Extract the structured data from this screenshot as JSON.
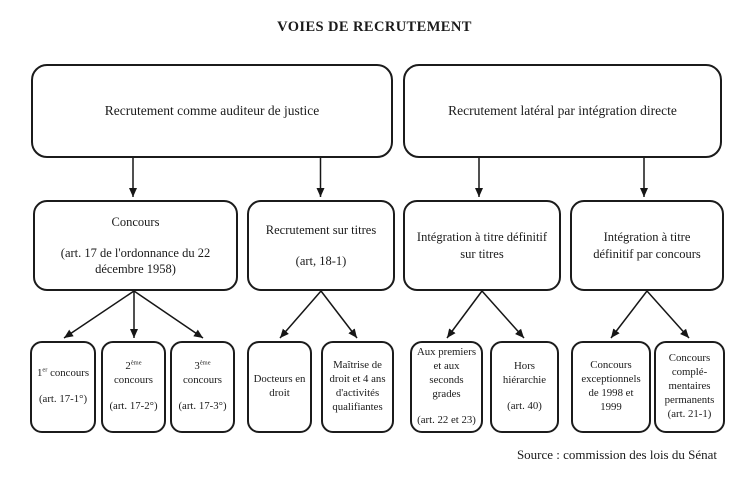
{
  "title": "VOIES DE RECRUTEMENT",
  "source": "Source : commission des lois du Sénat",
  "colors": {
    "ink": "#1a1a1a",
    "background": "#ffffff"
  },
  "diagram": {
    "roots": [
      {
        "label": "Recrutement comme auditeur de justice"
      },
      {
        "label": "Recrutement latéral par intégration directe"
      }
    ],
    "level2": [
      {
        "main": "Concours",
        "sub": "(art. 17 de l'ordonnance du 22 décembre 1958)"
      },
      {
        "main": "Recrutement sur titres",
        "sub": "(art, 18-1)"
      },
      {
        "line1": "Intégration à titre définitif",
        "line2": "sur titres"
      },
      {
        "line1": "Intégration à titre",
        "line2": "définitif par concours"
      }
    ],
    "level3": [
      {
        "num": "1",
        "sup": "er",
        "rest": " concours",
        "sub": "(art. 17-1°)"
      },
      {
        "num": "2",
        "sup": "ème",
        "rest": " concours",
        "sub": "(art. 17-2°)"
      },
      {
        "num": "3",
        "sup": "ème",
        "rest": " concours",
        "sub": "(art. 17-3°)"
      },
      {
        "main": "Docteurs en droit"
      },
      {
        "main": "Maîtrise de droit et 4 ans d'activités qualifiantes"
      },
      {
        "main": "Aux premiers et aux seconds grades",
        "sub": "(art. 22 et 23)"
      },
      {
        "main": "Hors hiérarchie",
        "sub": "(art. 40)"
      },
      {
        "main": "Concours exceptionnels de 1998 et 1999"
      },
      {
        "main": "Concours complé-mentaires permanents",
        "sub": "(art. 21-1)"
      }
    ]
  }
}
